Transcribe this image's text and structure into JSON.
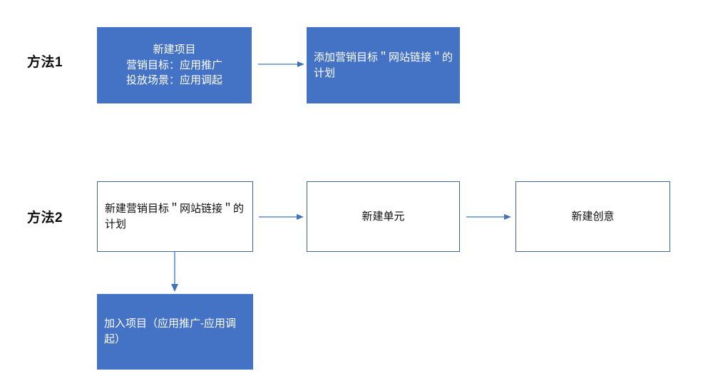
{
  "diagram": {
    "title_row1_label": "方法1",
    "title_row2_label": "方法2",
    "colors": {
      "filled_fill": "#4472c4",
      "outline_stroke": "#41659b",
      "arrow_stroke": "#5b8ecb",
      "filled_text": "#ffffff",
      "outline_text": "#0d0d0d"
    },
    "method1": {
      "label": "方法1",
      "nodes": [
        {
          "id": "m1-n1",
          "style": "filled",
          "align": "center",
          "text": "新建项目\n营销目标：应用推广\n投放场景：应用调起"
        },
        {
          "id": "m1-n2",
          "style": "filled",
          "align": "left",
          "text": "添加营销目标＂网站链接＂的计划"
        }
      ],
      "connectors": [
        {
          "id": "m1-a1",
          "from": "m1-n1",
          "to": "m1-n2",
          "direction": "right"
        }
      ]
    },
    "method2": {
      "label": "方法2",
      "nodes": [
        {
          "id": "m2-n1",
          "style": "outlined",
          "align": "left",
          "text": "新建营销目标＂网站链接＂的计划"
        },
        {
          "id": "m2-n2",
          "style": "outlined",
          "align": "center",
          "text": "新建单元"
        },
        {
          "id": "m2-n3",
          "style": "outlined",
          "align": "center",
          "text": "新建创意"
        },
        {
          "id": "m2-n4",
          "style": "filled",
          "align": "left",
          "text": "加入项目（应用推广-应用调起）"
        }
      ],
      "connectors": [
        {
          "id": "m2-a1",
          "from": "m2-n1",
          "to": "m2-n2",
          "direction": "right"
        },
        {
          "id": "m2-a2",
          "from": "m2-n2",
          "to": "m2-n3",
          "direction": "right"
        },
        {
          "id": "m2-a3",
          "from": "m2-n1",
          "to": "m2-n4",
          "direction": "down"
        }
      ]
    }
  }
}
